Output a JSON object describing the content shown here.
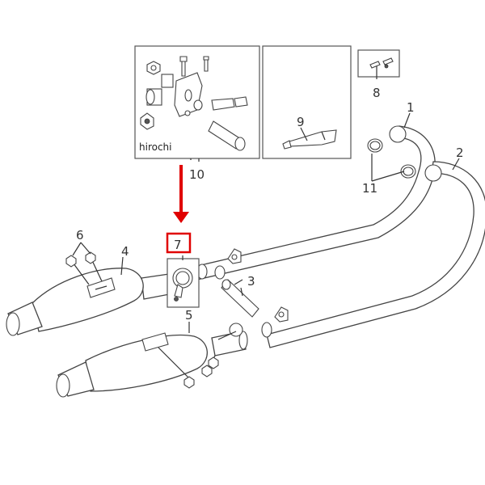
{
  "watermark": "hirochi",
  "highlight_color": "#e00000",
  "part_numbers": {
    "p1": "1",
    "p2": "2",
    "p3": "3",
    "p4": "4",
    "p5": "5",
    "p6": "6",
    "p7": "7",
    "p8": "8",
    "p9": "9",
    "p10": "10",
    "p11": "11"
  }
}
